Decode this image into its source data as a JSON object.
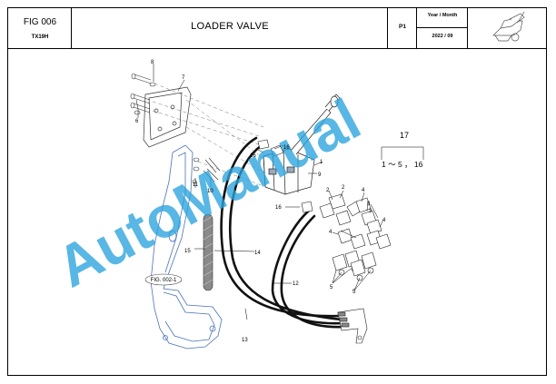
{
  "header": {
    "fig_number": "FIG 006",
    "model": "TX19H",
    "title": "LOADER VALVE",
    "page": "P1",
    "year_month_label": "Year / Month",
    "year_month_value": "2022 / 09"
  },
  "callouts": {
    "c1": "1",
    "c2a": "2",
    "c2b": "2",
    "c3a": "3",
    "c3b": "3",
    "c4a": "4",
    "c4b": "4",
    "c4c": "4",
    "c5a": "5",
    "c5b": "5",
    "c6": "6",
    "c7": "7",
    "c8": "8",
    "c9": "9",
    "c10": "10",
    "c11": "11",
    "c12": "12",
    "c13": "13",
    "c14": "14",
    "c15": "15",
    "c16a": "16",
    "c16b": "16",
    "c16c": "16"
  },
  "group_callout": {
    "number": "17",
    "range": "1 ～ 5 ， 16"
  },
  "reference_label": "FIG. 002-1",
  "watermark": "AutoManual",
  "colors": {
    "frame": "#000000",
    "part_outline": "#4a73b8",
    "watermark": "#29a3dd"
  }
}
